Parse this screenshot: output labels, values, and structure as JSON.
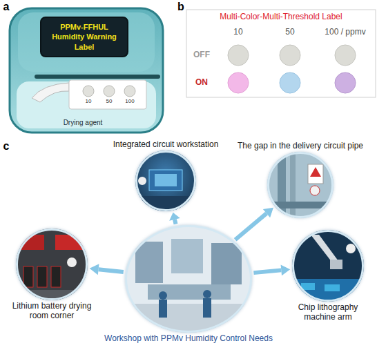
{
  "diagram": {
    "nodes": [
      {
        "text": [
          "PPMv-FFHUL Humidity Warning Label"
        ]
      },
      {
        "text": [
          "Multi-Color-Multi-Threshold Label"
        ]
      },
      {
        "text": [
          "Integrated circuit workstation"
        ]
      },
      {
        "text": [
          "The gap in the delivery circuit pipe"
        ]
      },
      {
        "text": [
          "Lithium battery drying room corner"
        ]
      },
      {
        "text": [
          "Chip lithography machine arm"
        ]
      },
      {
        "text": [
          "Workshop with PPMv Humidity Control Needs"
        ]
      }
    ],
    "edges": [
      {
        "from": 6,
        "to": 2,
        "arrow": "to"
      },
      {
        "from": 6,
        "to": 3,
        "arrow": "to"
      },
      {
        "from": 6,
        "to": 4,
        "arrow": "to"
      },
      {
        "from": 6,
        "to": 5,
        "arrow": "to"
      }
    ],
    "labels": [
      "a",
      "b",
      "c",
      "10",
      "50",
      "100",
      "Drying agent",
      "10",
      "50",
      "100 / ppmv",
      "OFF",
      "ON"
    ]
  }
}
